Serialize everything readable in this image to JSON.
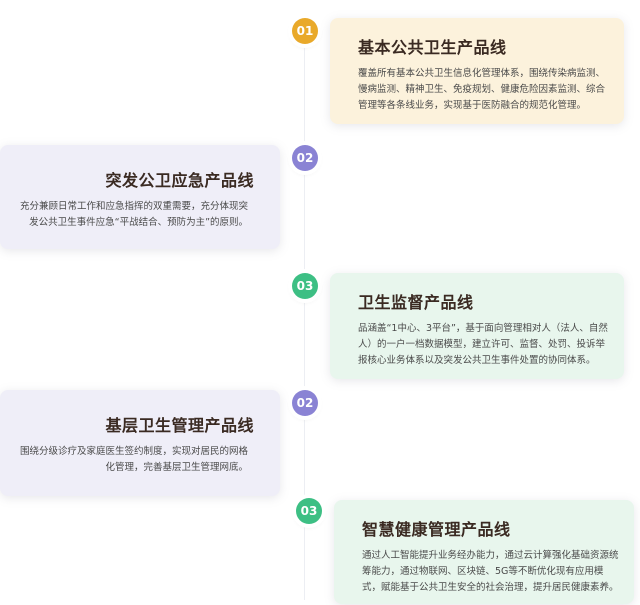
{
  "colors": {
    "badge_orange": "#e9a92a",
    "badge_purple": "#8a83d4",
    "badge_green": "#3dbf84",
    "card_orange_bg": "#fcf2dc",
    "card_purple_bg": "#efeef8",
    "card_green_bg": "#e8f6ed"
  },
  "items": [
    {
      "badge": "01",
      "title": "基本公共卫生产品线",
      "description": "覆盖所有基本公共卫生信息化管理体系，围绕传染病监测、慢病监测、精神卫生、免疫规划、健康危险因素监测、综合管理等各条线业务，实现基于医防融合的规范化管理。"
    },
    {
      "badge": "02",
      "title": "突发公卫应急产品线",
      "description": "充分兼顾日常工作和应急指挥的双重需要，充分体现突发公共卫生事件应急“平战结合、预防为主”的原则。"
    },
    {
      "badge": "03",
      "title": "卫生监督产品线",
      "description": "品涵盖“1中心、3平台”，基于面向管理相对人（法人、自然人）的一户一档数据模型，建立许可、监督、处罚、投诉举报核心业务体系以及突发公共卫生事件处置的协同体系。"
    },
    {
      "badge": "02",
      "title": "基层卫生管理产品线",
      "description": "围绕分级诊疗及家庭医生签约制度，实现对居民的网格化管理，完善基层卫生管理网底。"
    },
    {
      "badge": "03",
      "title": "智慧健康管理产品线",
      "description": "通过人工智能提升业务经办能力，通过云计算强化基础资源统筹能力，通过物联网、区块链、5G等不断优化现有应用模式，赋能基于公共卫生安全的社会治理，提升居民健康素养。"
    }
  ]
}
